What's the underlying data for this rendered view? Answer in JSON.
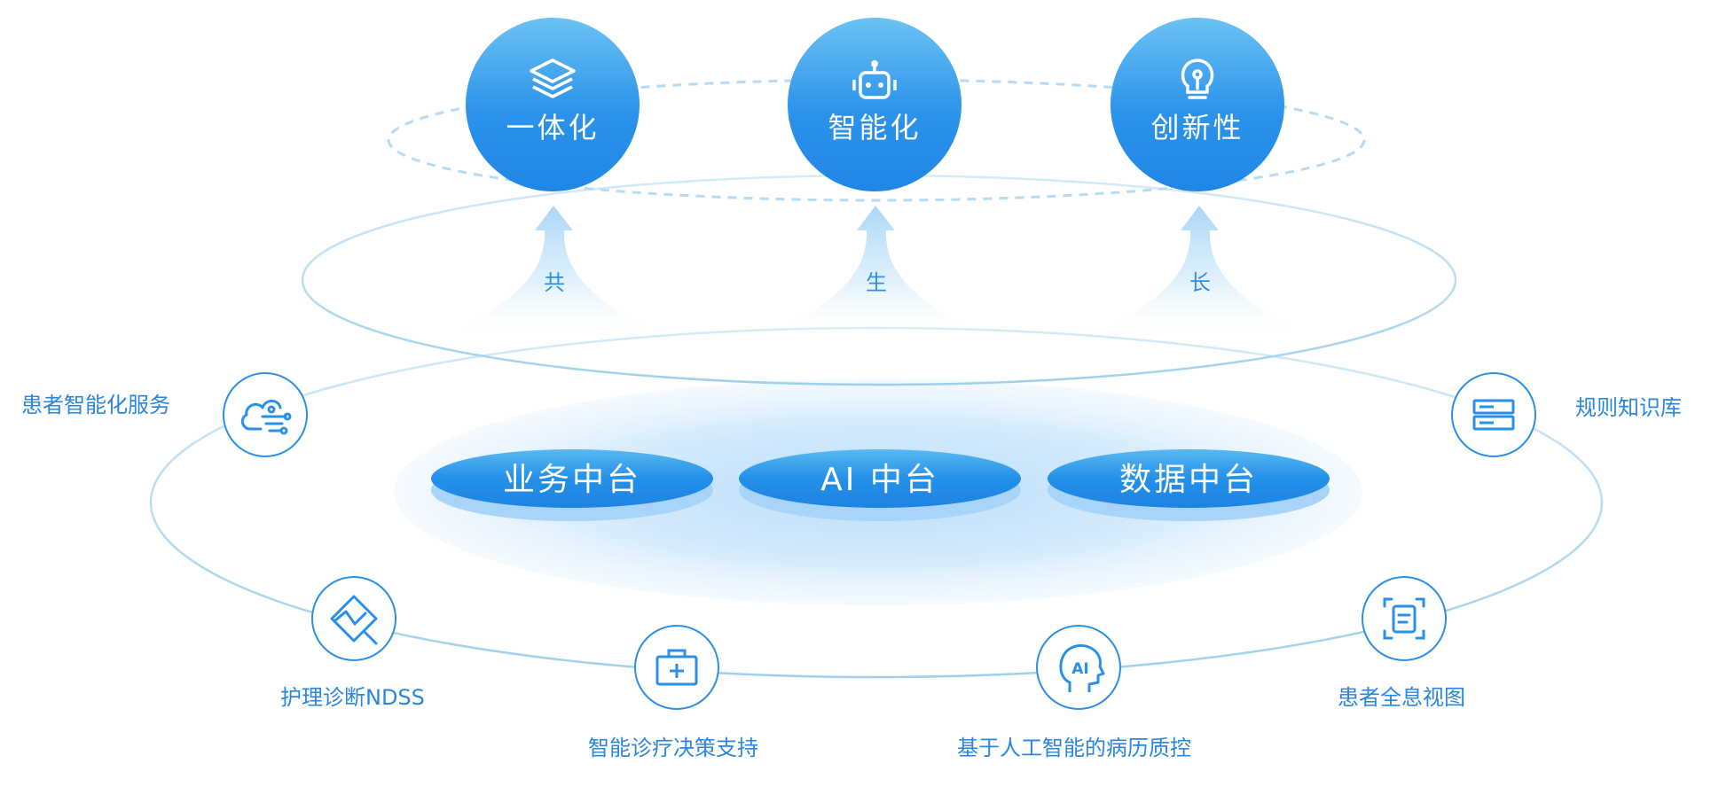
{
  "top_pillars": [
    {
      "label": "一体化",
      "icon": "layers-icon"
    },
    {
      "label": "智能化",
      "icon": "robot-icon"
    },
    {
      "label": "创新性",
      "icon": "lightbulb-icon"
    }
  ],
  "arrows": [
    {
      "label": "共"
    },
    {
      "label": "生"
    },
    {
      "label": "长"
    }
  ],
  "platforms": [
    {
      "label": "业务中台"
    },
    {
      "label": "AI 中台"
    },
    {
      "label": "数据中台"
    }
  ],
  "features": [
    {
      "label": "患者智能化服务",
      "icon": "cloud-network-icon"
    },
    {
      "label": "规则知识库",
      "icon": "server-icon"
    },
    {
      "label": "护理诊断NDSS",
      "icon": "diamond-chart-icon"
    },
    {
      "label": "智能诊疗决策支持",
      "icon": "medical-kit-icon"
    },
    {
      "label": "基于人工智能的病历质控",
      "icon": "ai-head-icon"
    },
    {
      "label": "患者全息视图",
      "icon": "scan-document-icon"
    }
  ],
  "colors": {
    "primary": "#2b8fe8",
    "light": "#6cc0f2",
    "text": "#2b86e0",
    "ring": "#a9d6ee"
  }
}
